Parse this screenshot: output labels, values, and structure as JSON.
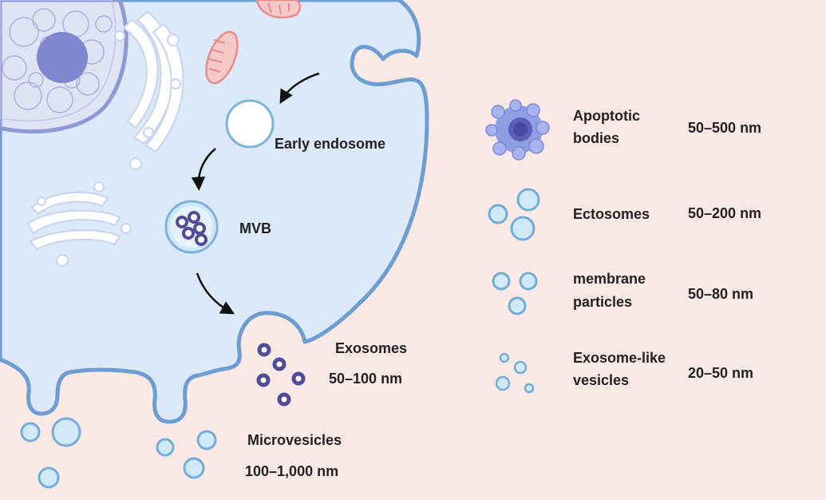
{
  "colors": {
    "background": "#fbe9e6",
    "cytoplasm": "#dbe9f8",
    "membrane": "#6d9dd1",
    "vesicle_fill": "#cfe9f6",
    "vesicle_stroke": "#74add8",
    "organelle": "#9aa8d9",
    "nucleolus": "#7f87cf",
    "mitochondria": "#e98b8b",
    "exosome_dot": "#4f4d9a",
    "text": "#222222"
  },
  "labels": {
    "early_endosome": "Early endosome",
    "mvb": "MVB",
    "exosomes": "Exosomes",
    "exosomes_size": "50–100 nm",
    "microvesicles": "Microvesicles",
    "microvesicles_size": "100–1,000 nm"
  },
  "legend": [
    {
      "icon": "apoptotic-body-icon",
      "name_line1": "Apoptotic",
      "name_line2": "bodies",
      "size": "50–500 nm"
    },
    {
      "icon": "ectosome-icon",
      "name_line1": "Ectosomes",
      "name_line2": "",
      "size": "50–200 nm"
    },
    {
      "icon": "membrane-particle-icon",
      "name_line1": "membrane",
      "name_line2": "particles",
      "size": "50–80 nm"
    },
    {
      "icon": "exosome-like-vesicle-icon",
      "name_line1": "Exosome-like",
      "name_line2": "vesicles",
      "size": "20–50 nm"
    }
  ]
}
